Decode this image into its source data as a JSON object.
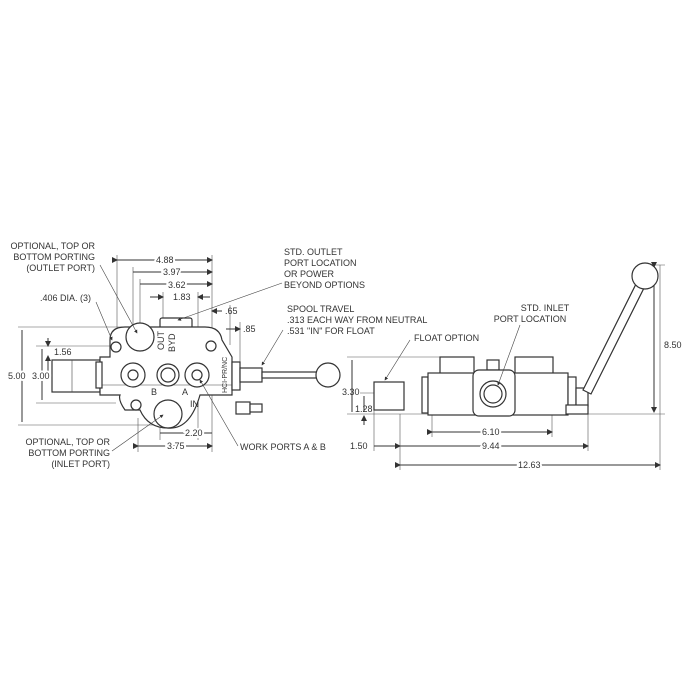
{
  "front_view": {
    "dims": {
      "d488": "4.88",
      "d397": "3.97",
      "d362": "3.62",
      "d183": "1.83",
      "d065": ".65",
      "d085": ".85",
      "d500": "5.00",
      "d300": "3.00",
      "d156": "1.56",
      "d220": "2.20",
      "d375": "3.75"
    },
    "labels": {
      "outlet_opt": [
        "OPTIONAL, TOP OR",
        "BOTTOM PORTING",
        "(OUTLET PORT)"
      ],
      "hole": ".406 DIA. (3)",
      "std_outlet": [
        "STD. OUTLET",
        "PORT LOCATION",
        "OR POWER",
        "BEYOND OPTIONS"
      ],
      "spool": [
        "SPOOL TRAVEL",
        ".313 EACH WAY FROM NEUTRAL",
        ".531 \"IN\" FOR FLOAT"
      ],
      "inlet_opt": [
        "OPTIONAL, TOP OR",
        "BOTTOM PORTING",
        "(INLET PORT)"
      ],
      "work_ports": "WORK PORTS A & B",
      "out": "OUT",
      "byd": "BYD",
      "hci": "HCI-PR/NC",
      "b": "B",
      "a": "A",
      "in": "IN"
    }
  },
  "side_view": {
    "dims": {
      "d850": "8.50",
      "d330": "3.30",
      "d128": "1.28",
      "d150": "1.50",
      "d610": "6.10",
      "d944": "9.44",
      "d1263": "12.63"
    },
    "labels": {
      "float": "FLOAT OPTION",
      "std_inlet": [
        "STD. INLET",
        "PORT LOCATION"
      ]
    }
  }
}
